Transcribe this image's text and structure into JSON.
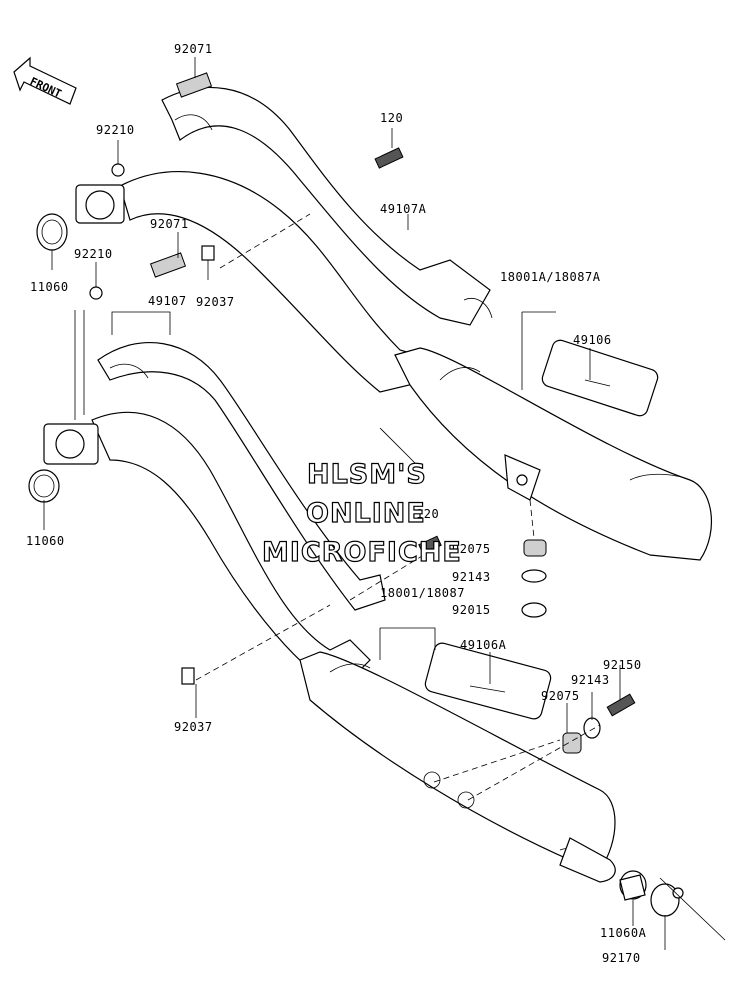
{
  "watermark": [
    "HLSM'S",
    "ONLINE",
    "MICROFICHE"
  ],
  "front_label": "FRONT",
  "part_labels": {
    "p92071_top": "92071",
    "p92210_top": "92210",
    "p11060_top": "11060",
    "p92210_mid": "92210",
    "p92071_mid": "92071",
    "p92037_top": "92037",
    "p49107": "49107",
    "p120_top": "120",
    "p49107A": "49107A",
    "p18001A": "18001A/18087A",
    "p49106": "49106",
    "p11060_mid": "11060",
    "p120_mid": "120",
    "p92075_top": "92075",
    "p92143_top": "92143",
    "p92015": "92015",
    "p18001": "18001/18087",
    "p49106A": "49106A",
    "p92150": "92150",
    "p92143_bot": "92143",
    "p92075_bot": "92075",
    "p92037_bot": "92037",
    "p11060A": "11060A",
    "p92170": "92170"
  }
}
